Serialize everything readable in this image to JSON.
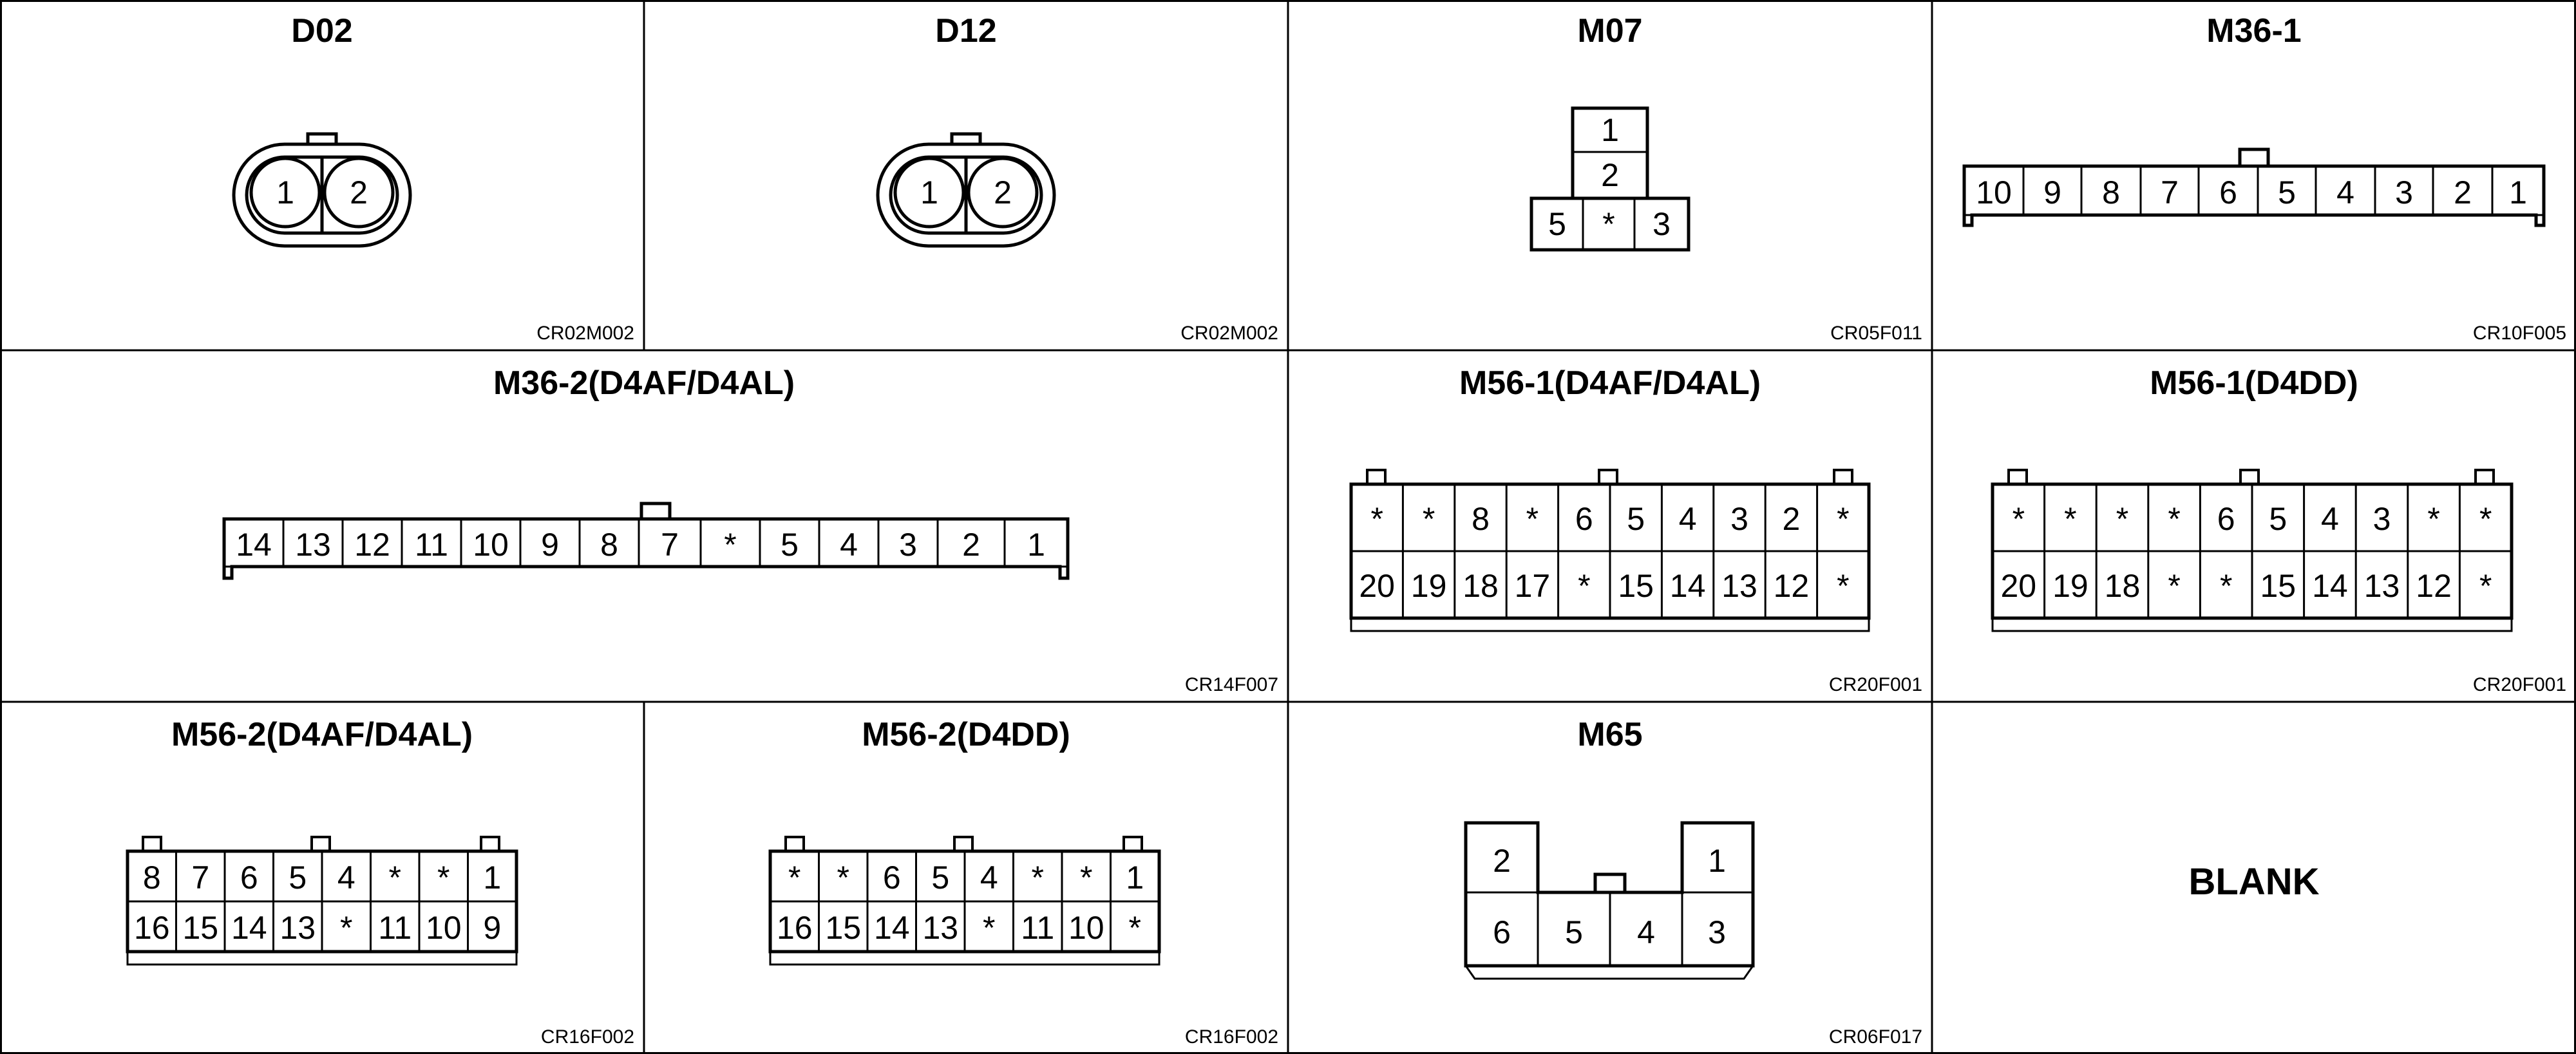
{
  "panels": {
    "d02": {
      "title": "D02",
      "code": "CR02M002",
      "pins": [
        "1",
        "2"
      ]
    },
    "d12": {
      "title": "D12",
      "code": "CR02M002",
      "pins": [
        "1",
        "2"
      ]
    },
    "m07": {
      "title": "M07",
      "code": "CR05F011",
      "pins": [
        "1",
        "2",
        "5",
        "*",
        "3"
      ]
    },
    "m36_1": {
      "title": "M36-1",
      "code": "CR10F005",
      "pins": [
        "10",
        "9",
        "8",
        "7",
        "6",
        "5",
        "4",
        "3",
        "2",
        "1"
      ]
    },
    "m36_2": {
      "title": "M36-2(D4AF/D4AL)",
      "code": "CR14F007",
      "pins": [
        "14",
        "13",
        "12",
        "11",
        "10",
        "9",
        "8",
        "7",
        "*",
        "5",
        "4",
        "3",
        "2",
        "1"
      ]
    },
    "m56_1_af": {
      "title": "M56-1(D4AF/D4AL)",
      "code": "CR20F001",
      "top": [
        "*",
        "*",
        "8",
        "*",
        "6",
        "5",
        "4",
        "3",
        "2",
        "*"
      ],
      "bottom": [
        "20",
        "19",
        "18",
        "17",
        "*",
        "15",
        "14",
        "13",
        "12",
        "*"
      ]
    },
    "m56_1_dd": {
      "title": "M56-1(D4DD)",
      "code": "CR20F001",
      "top": [
        "*",
        "*",
        "*",
        "*",
        "6",
        "5",
        "4",
        "3",
        "*",
        "*"
      ],
      "bottom": [
        "20",
        "19",
        "18",
        "*",
        "*",
        "15",
        "14",
        "13",
        "12",
        "*"
      ]
    },
    "m56_2_af": {
      "title": "M56-2(D4AF/D4AL)",
      "code": "CR16F002",
      "top": [
        "8",
        "7",
        "6",
        "5",
        "4",
        "*",
        "*",
        "1"
      ],
      "bottom": [
        "16",
        "15",
        "14",
        "13",
        "*",
        "11",
        "10",
        "9"
      ]
    },
    "m56_2_dd": {
      "title": "M56-2(D4DD)",
      "code": "CR16F002",
      "top": [
        "*",
        "*",
        "6",
        "5",
        "4",
        "*",
        "*",
        "1"
      ],
      "bottom": [
        "16",
        "15",
        "14",
        "13",
        "*",
        "11",
        "10",
        "*"
      ]
    },
    "m65": {
      "title": "M65",
      "code": "CR06F017",
      "pins": [
        "2",
        "1",
        "6",
        "5",
        "4",
        "3"
      ]
    },
    "blank": {
      "title": "BLANK"
    }
  }
}
